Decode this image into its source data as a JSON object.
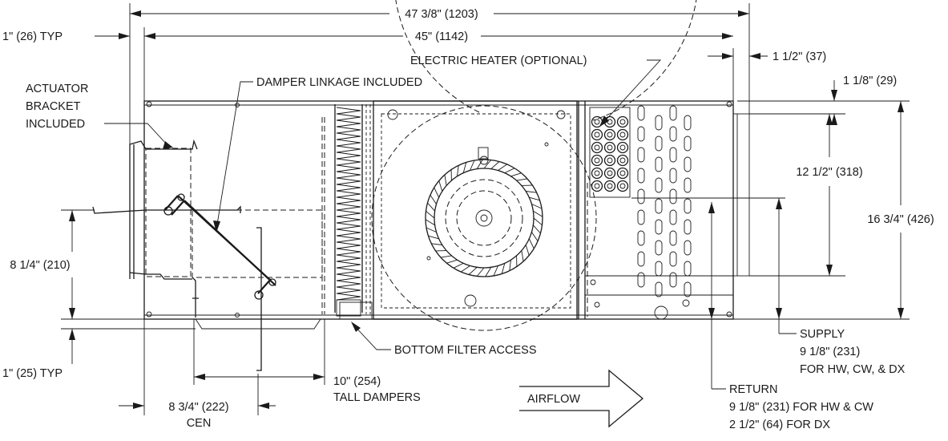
{
  "dimensions": {
    "overall_width": "47 3/8\" (1203)",
    "inner_width": "45\" (1142)",
    "flange_typ": "1\" (26) TYP",
    "right_offset": "1 1/2\" (37)",
    "top_offset": "1 1/8\" (29)",
    "outlet_height": "12 1/2\" (318)",
    "overall_height": "16 3/4\" (426)",
    "damper_height": "8 1/4\" (210)",
    "bottom_typ": "1\" (25) TYP",
    "damper_center": "8 3/4\" (222)",
    "damper_center_sub": "CEN",
    "damper_tall": "10\" (254)",
    "damper_tall_sub": "TALL DAMPERS"
  },
  "callouts": {
    "actuator_line1": "ACTUATOR",
    "actuator_line2": "BRACKET",
    "actuator_line3": "INCLUDED",
    "damper_linkage": "DAMPER LINKAGE INCLUDED",
    "electric_heater": "ELECTRIC HEATER (OPTIONAL)",
    "bottom_filter": "BOTTOM FILTER ACCESS",
    "airflow": "AIRFLOW",
    "supply_title": "SUPPLY",
    "supply_value": "9 1/8\" (231)",
    "supply_note": "FOR HW, CW, & DX",
    "return_title": "RETURN",
    "return_hw_cw": "9 1/8\" (231) FOR HW & CW",
    "return_dx": "2 1/2\" (64) FOR DX"
  }
}
